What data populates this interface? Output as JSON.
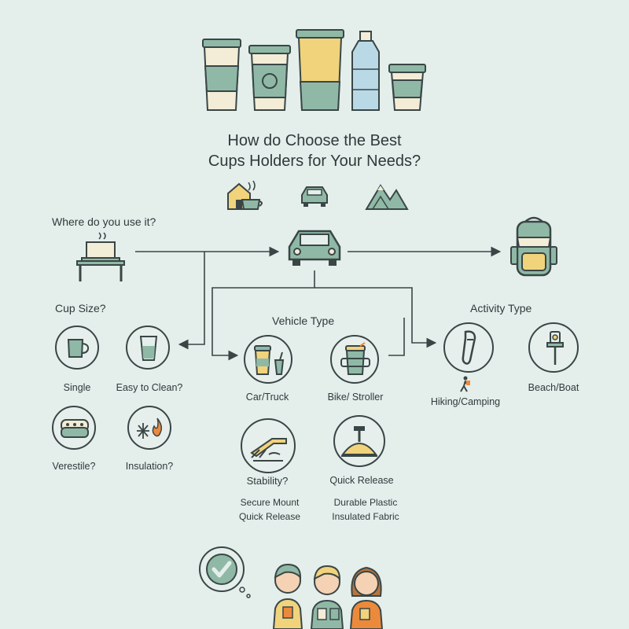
{
  "title": {
    "line1": "How do Choose the Best",
    "line2": "Cups Holders for Your Needs?"
  },
  "sections": {
    "where": {
      "label": "Where do you use it?"
    },
    "cup_size": {
      "label": "Cup Size?",
      "items": [
        "Single",
        "Easy to Clean?",
        "Verestile?",
        "Insulation?"
      ]
    },
    "vehicle": {
      "label": "Vehicle Type",
      "items": [
        "Car/Truck",
        "Bike/ Stroller",
        "Stability?",
        "Quick Release"
      ],
      "notes": {
        "stability": [
          "Secure Mount",
          "Quick Release"
        ],
        "release": [
          "Durable Plastic",
          "Insulated Fabric"
        ]
      }
    },
    "activity": {
      "label": "Activity Type",
      "items": [
        "Hiking/Camping",
        "Beach/Boat"
      ]
    }
  },
  "colors": {
    "bg": "#e4eeeb",
    "sage": "#8fb9a6",
    "cream": "#f3ecd6",
    "yellow": "#f1d37c",
    "line": "#3a4646",
    "orange": "#ec8a3c"
  },
  "icons": [
    "coffee-cups-icon",
    "house-coffee-icon",
    "car-icon",
    "mountain-icon",
    "laptop-desk-icon",
    "backpack-icon",
    "mug-icon",
    "glass-icon",
    "sponge-icon",
    "snowflake-flame-icon",
    "tumbler-icon",
    "bike-cup-icon",
    "clamp-icon",
    "release-icon",
    "carabiner-icon",
    "hiker-icon",
    "beach-icon",
    "checkmark-bubble-icon",
    "people-icon"
  ]
}
